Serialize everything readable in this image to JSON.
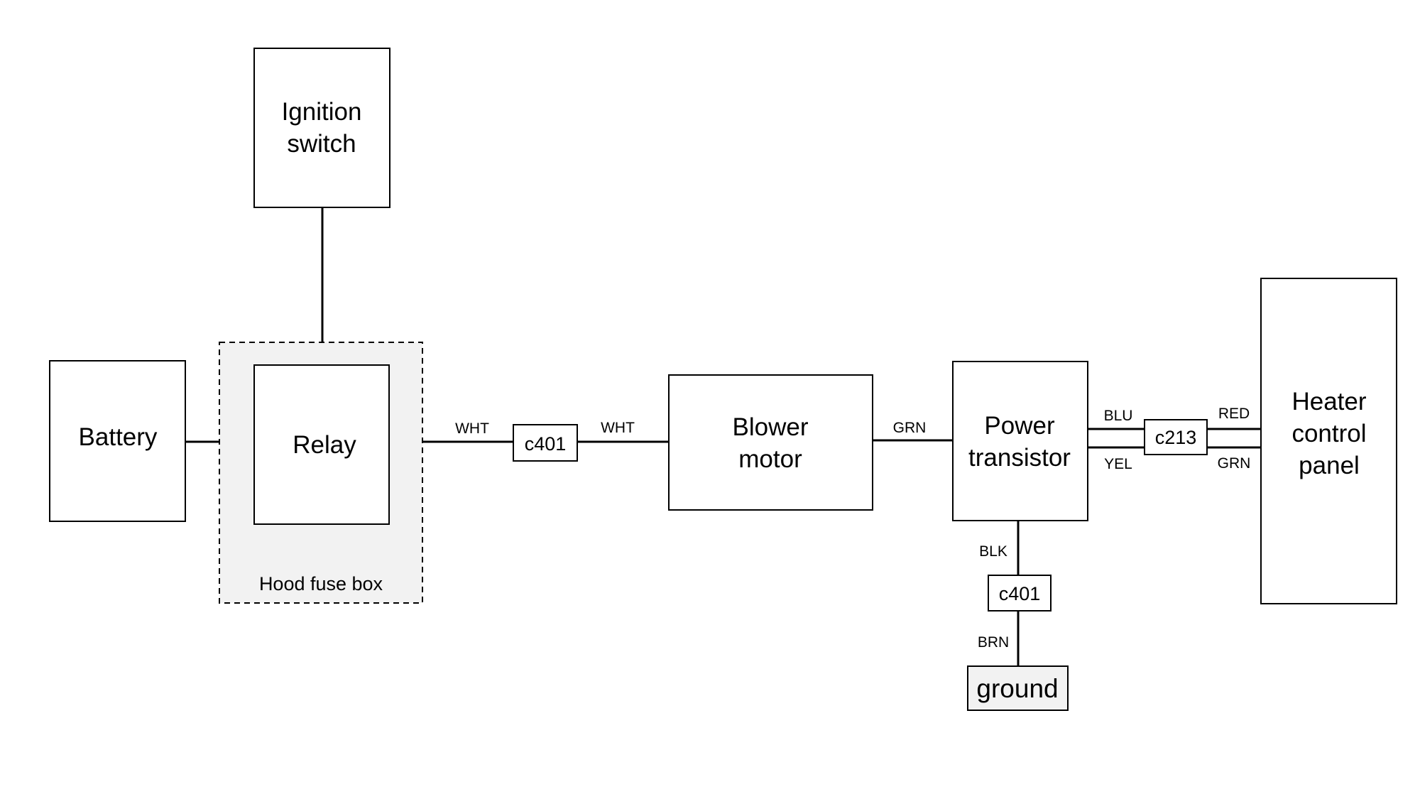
{
  "components": {
    "ignition_switch": [
      "Ignition",
      "switch"
    ],
    "battery": "Battery",
    "relay": "Relay",
    "hood_fuse_box": "Hood fuse box",
    "blower_motor": [
      "Blower",
      "motor"
    ],
    "power_transistor": [
      "Power",
      "transistor"
    ],
    "heater_control_panel": [
      "Heater",
      "control",
      "panel"
    ],
    "ground": "ground"
  },
  "connectors": {
    "c401_main": "c401",
    "c401_ground": "c401",
    "c213": "c213"
  },
  "wire_labels": {
    "relay_to_c401": "WHT",
    "c401_to_blower": "WHT",
    "blower_to_transistor": "GRN",
    "transistor_blu": "BLU",
    "transistor_yel": "YEL",
    "panel_red": "RED",
    "panel_grn": "GRN",
    "transistor_blk": "BLK",
    "ground_brn": "BRN"
  }
}
